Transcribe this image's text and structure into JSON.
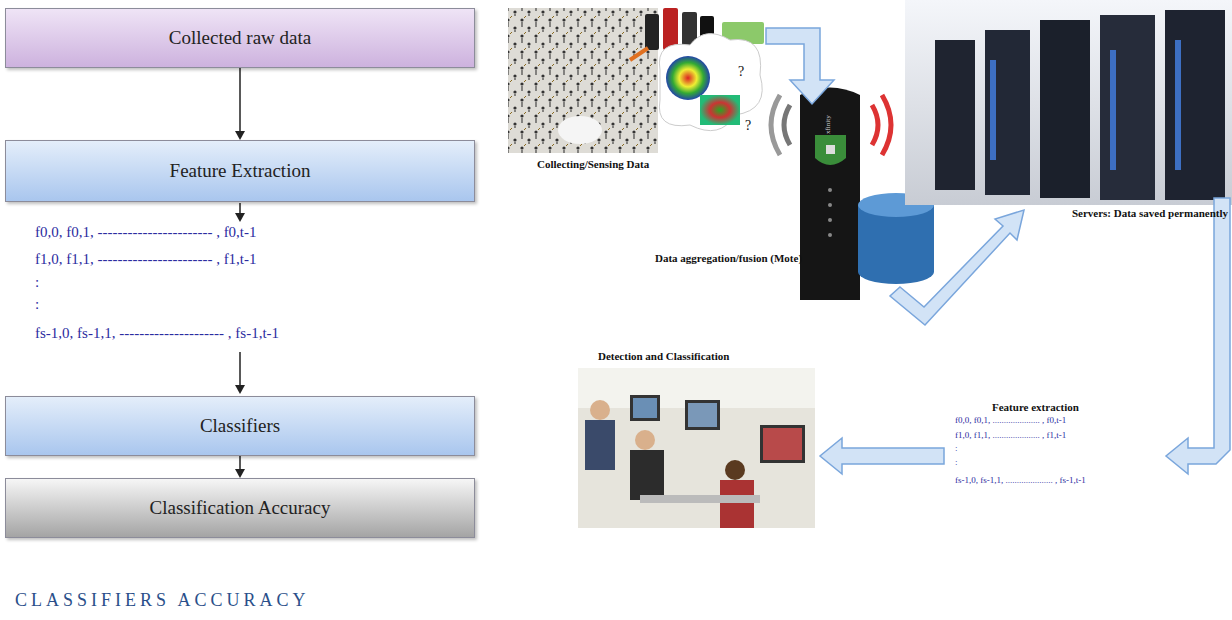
{
  "diagram": {
    "caption": "CLASSIFIERS ACCURACY",
    "nodes": [
      {
        "text": [
          "Collected raw data"
        ]
      },
      {
        "text": [
          "Feature Extraction"
        ]
      },
      {
        "text": [
          "Classifiers"
        ]
      },
      {
        "text": [
          "Classification Accuracy"
        ]
      }
    ],
    "edges": [
      {
        "from": 0,
        "to": 1,
        "arrow": "to"
      },
      {
        "from": 2,
        "to": 3,
        "arrow": "to"
      }
    ],
    "labels": [
      "f0,0, f0,1, ----------------------- , f0,t-1",
      "f1,0, f1,1, ----------------------- , f1,t-1",
      ":",
      ":",
      "fs-1,0, fs-1,1, --------------------- , fs-1,t-1",
      "Collecting/Sensing Data",
      "?",
      "?",
      "xfinity",
      "Data aggregation/fusion (Mote)",
      "Servers: Data saved permanently",
      "Feature extraction",
      "f0,0, f0,1, ..................... , f0,t-1",
      "f1,0, f1,1, ..................... , f1,t-1",
      ":",
      ":",
      "fs-1,0, fs-1,1, ..................... , fs-1,t-1",
      "Detection and Classification"
    ]
  }
}
